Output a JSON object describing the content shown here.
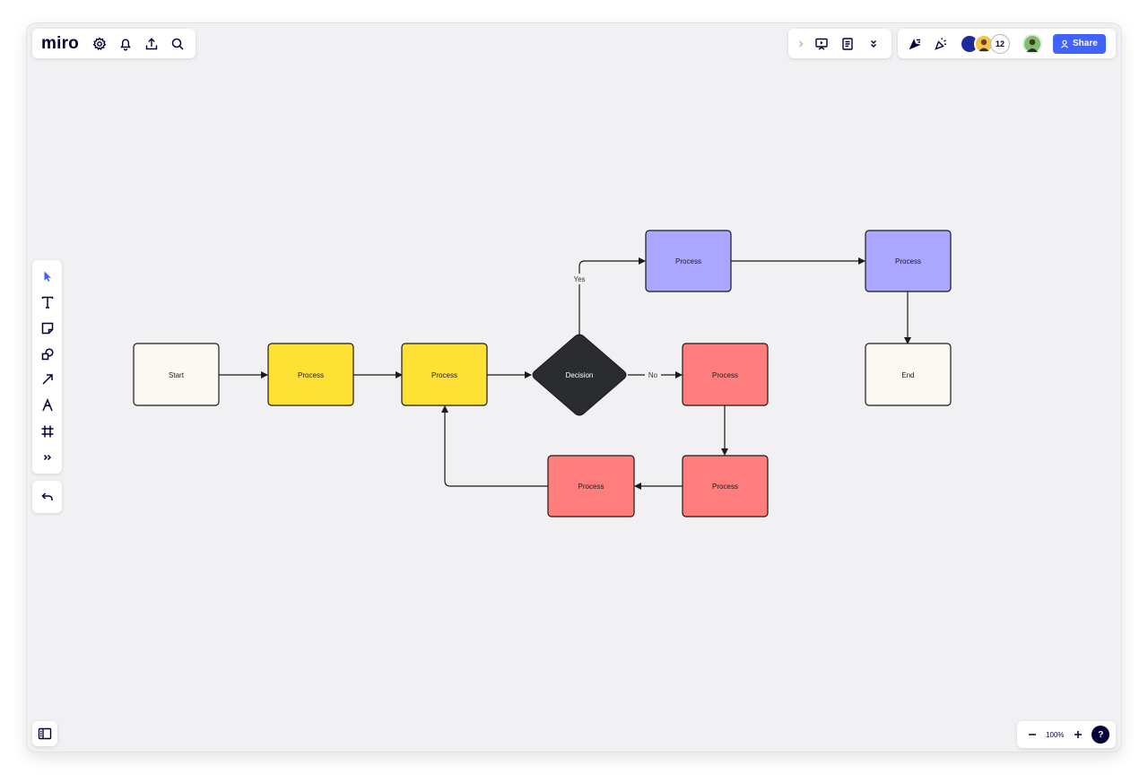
{
  "app": {
    "logo_text": "miro"
  },
  "top_left_toolbar": {
    "icons": [
      "settings-icon",
      "bell-icon",
      "upload-icon",
      "search-icon"
    ]
  },
  "top_right_toolbar": {
    "icons": [
      "chevron-right-icon",
      "present-icon",
      "notes-icon",
      "double-chevron-down-icon"
    ]
  },
  "collab_toolbar": {
    "icons": [
      "cursor-follow-icon",
      "celebrate-icon"
    ],
    "collaborator_count": "12",
    "share_label": "Share",
    "share_color": "#4262ff"
  },
  "left_toolbar": {
    "tools": [
      {
        "name": "select-tool",
        "icon": "pointer-icon"
      },
      {
        "name": "text-tool",
        "icon": "text-icon"
      },
      {
        "name": "sticky-note-tool",
        "icon": "sticky-note-icon"
      },
      {
        "name": "shapes-tool",
        "icon": "shapes-icon"
      },
      {
        "name": "connection-line-tool",
        "icon": "arrow-icon"
      },
      {
        "name": "pen-tool",
        "icon": "pen-icon"
      },
      {
        "name": "frame-tool",
        "icon": "frame-icon"
      },
      {
        "name": "more-tools",
        "icon": "double-chevron-right-icon"
      }
    ],
    "undo_icon": "undo-icon"
  },
  "bottom_bar": {
    "zoom_level": "100%",
    "zoom_out_icon": "minus-icon",
    "zoom_in_icon": "plus-icon",
    "help_label": "?"
  },
  "flowchart": {
    "colors": {
      "start_end": "#fcf8f2",
      "yellow": "#ffe135",
      "purple": "#aba6ff",
      "red": "#ff7d7d",
      "decision": "#2b2c2f"
    },
    "nodes": {
      "start": "Start",
      "process_1": "Process",
      "process_2": "Process",
      "decision": "Decision",
      "process_yes_1": "Process",
      "process_yes_2": "Process",
      "end": "End",
      "process_no_1": "Process",
      "process_no_2": "Process",
      "process_no_3": "Process"
    },
    "edge_labels": {
      "yes": "Yes",
      "no": "No"
    }
  }
}
